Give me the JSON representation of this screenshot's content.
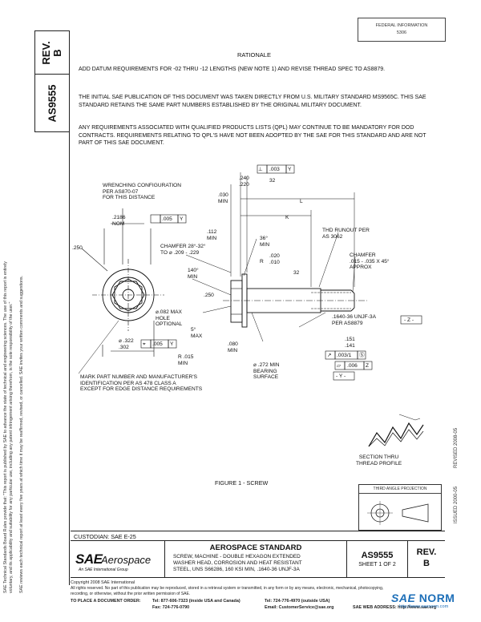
{
  "header": {
    "line1": "FEDERAL INFORMATION",
    "line2": "5306"
  },
  "left_column": {
    "rev_label": "REV.",
    "rev_value": "B",
    "doc_number": "AS9555"
  },
  "margin_notice": {
    "line1": "SAE Technical Standards Board Rules provide that: \"This report is published by SAE to advance the state of technical and engineering sciences. The use of this report is entirely",
    "line2": "voluntary, and its applicability and suitability for any particular use, including any patent infringement arising therefrom, is the sole responsibility of the user.\"",
    "line3": "SAE reviews each technical report at least every five years at which time it may be reaffirmed, revised, or cancelled. SAE invites your written comments and suggestions."
  },
  "rationale": {
    "heading": "RATIONALE",
    "p1": "ADD DATUM REQUIREMENTS FOR -02 THRU -12 LENGTHS (NEW NOTE 1) AND REVISE THREAD SPEC TO AS8879.",
    "p2": "THE INITIAL SAE PUBLICATION OF THIS DOCUMENT WAS TAKEN DIRECTLY FROM U.S. MILITARY STANDARD MS9565C. THIS SAE STANDARD RETAINS THE SAME PART NUMBERS ESTABLISHED BY THE ORIGINAL MILITARY DOCUMENT.",
    "p3": "ANY REQUIREMENTS ASSOCIATED WITH QUALIFIED PRODUCTS LISTS (QPL) MAY CONTINUE TO BE MANDATORY FOR DOD CONTRACTS. REQUIREMENTS RELATING TO QPL'S HAVE NOT BEEN ADOPTED BY THE SAE FOR THIS STANDARD AND ARE NOT PART OF THIS SAE DOCUMENT."
  },
  "drawing": {
    "wrenching": "WRENCHING CONFIGURATION\nPER AS870-07\nFOR THIS DISTANCE",
    "nom": ".2186\nNOM",
    "tol_005": ".005",
    "datum_y": "Y",
    "dim_240": ".240\n.220",
    "dim_030": ".030\nMIN",
    "dim_112": ".112\nMIN",
    "perp_003": ".003",
    "surface_32": "32",
    "dim_L": "L",
    "dim_K": "K",
    "thd_runout": "THD RUNOUT PER\nAS 3062",
    "chamfer_head": "CHAMFER 28°-32°\nTO ⌀ .209 - .229",
    "angle_36": "36°\nMIN",
    "radius_020": ".020\n.010",
    "radius_r": "R",
    "chamfer_end": "CHAMFER\n.015 - .035 X 45°\nAPPROX",
    "angle_140": "140°\nMIN",
    "dim_250": ".250",
    "hole": "⌀.082 MAX\nHOLE\nOPTIONAL",
    "angle_5": "5°\nMAX",
    "thread": ".1640-36 UNJF-3A\nPER   AS8879",
    "datum_z": "- Z -",
    "dia_322": "⌀ .322\n   .302",
    "tol_005b": ".005",
    "dim_080": ".080\nMIN",
    "radius_015": "R .015\nMIN",
    "bearing": "⌀ .272 MIN\nBEARING\nSURFACE",
    "dim_151": ".151\n.141",
    "runout_003": ".003/1",
    "tol_006": ".006",
    "datum_y_box": "- Y -",
    "datum_z_ref": "Z",
    "mark_part": "MARK PART NUMBER AND MANUFACTURER'S\nIDENTIFICATION PER AS 478 CLASS A\nEXCEPT FOR EDGE DISTANCE REQUIREMENTS",
    "section": "SECTION THRU\nTHREAD PROFILE",
    "dim_250_left": ".250",
    "figure_caption": "FIGURE 1 - SCREW"
  },
  "side_dates": {
    "revised": "REVISED 2008-05",
    "issued": "ISSUED 2000-05"
  },
  "projection": {
    "label": "THIRD ANGLE PROJECTION"
  },
  "custodian": "CUSTODIAN: SAE E-25",
  "title_block": {
    "logo_sae": "SAE",
    "logo_aero": "Aerospace",
    "logo_sub": "An SAE International Group",
    "standard": "AEROSPACE STANDARD",
    "desc1": "SCREW, MACHINE - DOUBLE HEXAGON EXTENDED",
    "desc2": "WASHER HEAD, CORROSION AND HEAT RESISTANT",
    "desc3": "STEEL, UNS S66286, 160 KSI MIN, .1640-36 UNJF-3A",
    "number": "AS9555",
    "sheet": "SHEET 1 OF 2",
    "rev_label": "REV.",
    "rev_value": "B"
  },
  "footer": {
    "copyright": "Copyright 2008 SAE International",
    "rights": "All rights reserved. No part of this publication may be reproduced, stored in a retrieval system or transmitted, in any form or by any means, electronic, mechanical, photocopying,",
    "rights2": "recording, or otherwise, without the prior written permission of SAE.",
    "order_label": "TO PLACE A DOCUMENT ORDER:",
    "tel_us": "Tel: 877-606-7323 (inside USA and Canada)",
    "tel_out": "Tel: 724-776-4970 (outside USA)",
    "fax": "Fax: 724-776-0790",
    "email": "Email: CustomerService@sae.org",
    "web": "SAE WEB ADDRESS: http://www.sae.org"
  },
  "watermark": {
    "brand": "SAE",
    "word": "NORM",
    "url": "http://www.saenorm.com"
  }
}
